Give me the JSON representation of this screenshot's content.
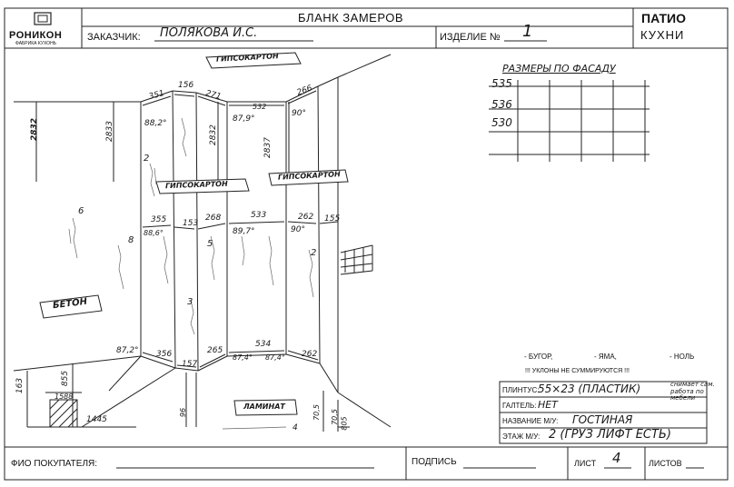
{
  "header": {
    "logo_name": "РОНИКОН",
    "logo_sub": "ФАБРИКА КУХОНЬ",
    "title": "БЛАНК ЗАМЕРОВ",
    "brand_line1": "ПАТИО",
    "brand_line2": "КУХНИ",
    "customer_label": "ЗАКАЗЧИК:",
    "customer_value": "ПОЛЯКОВА И.С.",
    "product_label": "ИЗДЕЛИЕ №",
    "product_value": "1"
  },
  "facade": {
    "title": "РАЗМЕРЫ ПО ФАСАДУ",
    "rows": [
      "535",
      "536",
      "530"
    ]
  },
  "labels": {
    "gipso_top": "ГИПСОКАРТОН",
    "gipso_mid_left": "ГИПСОКАРТОН",
    "gipso_mid_right": "ГИПСОКАРТОН",
    "beton": "БЕТОН",
    "laminat": "ЛАМИНАТ",
    "laminat_note": "4"
  },
  "dims": {
    "top_351": "351",
    "top_156": "156",
    "top_271": "271",
    "top_532": "532",
    "top_266": "266",
    "ang_882": "88,2°",
    "ang_879": "87,9°",
    "ang_90a": "90°",
    "h_2832a": "2832",
    "h_2833": "2833",
    "h_2832b": "2832",
    "h_2837": "2837",
    "mid_355": "355",
    "mid_153": "153",
    "mid_268": "268",
    "mid_533": "533",
    "mid_262": "262",
    "mid_155": "155",
    "ang_886": "88,6°",
    "ang_897": "89,7°",
    "ang_90b": "90°",
    "bot_356": "356",
    "bot_157": "157",
    "bot_265": "265",
    "bot_534": "534",
    "bot_262": "262",
    "ang_872": "87,2°",
    "ang_874a": "87,4°",
    "ang_874b": "87,4°",
    "side_163": "163",
    "side_855": "855",
    "side_1588": "1588",
    "side_1445": "1445",
    "mark_2": "2",
    "mark_6": "6",
    "mark_8": "8",
    "mark_3": "3",
    "mark_5": "5",
    "floor_96": "96",
    "floor_705a": "70,5",
    "floor_705b": "70,5",
    "floor_805": "805"
  },
  "legend": {
    "bump": "- БУГОР,",
    "pit": "- ЯМА,",
    "zero": "- НОЛЬ",
    "warning": "!!! УКЛОНЫ НЕ СУММИРУЮТСЯ !!!"
  },
  "info": {
    "plinth_label": "ПЛИНТУС:",
    "plinth_value": "55×23 (ПЛАСТИК)",
    "plinth_note": "снимает сам. работа по мебели",
    "galtel_label": "ГАЛТЕЛЬ:",
    "galtel_value": "НЕТ",
    "room_label": "НАЗВАНИЕ М/У:",
    "room_value": "ГОСТИНАЯ",
    "floor_label": "ЭТАЖ М/У:",
    "floor_value": "2 (ГРУЗ ЛИФТ ЕСТЬ)"
  },
  "footer": {
    "buyer_label": "ФИО ПОКУПАТЕЛЯ:",
    "signature_label": "ПОДПИСЬ",
    "sheet_label": "ЛИСТ",
    "sheet_value": "4",
    "sheets_label": "ЛИСТОВ"
  }
}
